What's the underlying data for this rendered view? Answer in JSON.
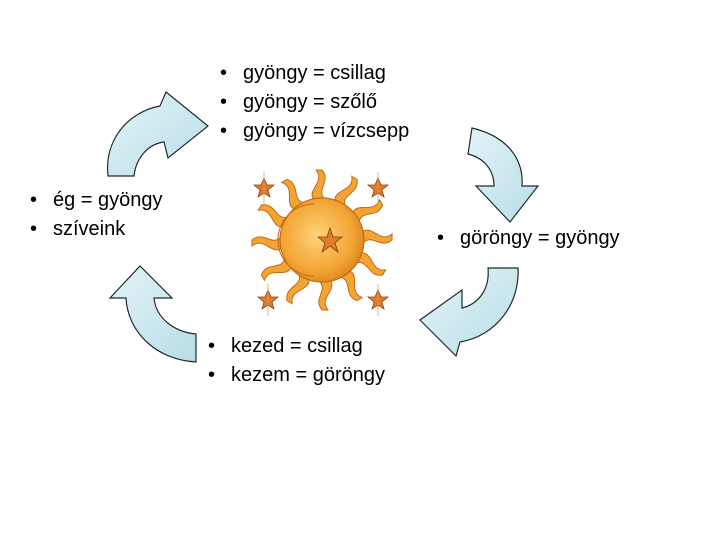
{
  "bullet_groups": {
    "top": [
      "gyöngy = csillag",
      "gyöngy = szőlő",
      "gyöngy = vízcsepp"
    ],
    "left": [
      "ég = gyöngy",
      "szíveink"
    ],
    "right": [
      "göröngy = gyöngy"
    ],
    "bottom": [
      "kezed = csillag",
      "kezem = göröngy"
    ]
  },
  "colors": {
    "arrow_fill": "#cdeaf0",
    "arrow_stroke": "#1f2a30",
    "sun": "#f2a534",
    "sun_dark": "#c56a12",
    "moon": "#f7d36a",
    "star": "#e07a2c"
  },
  "icons": {
    "center_image": "sun-moon-stars-icon",
    "arrows": "curved-arrow-icon"
  }
}
